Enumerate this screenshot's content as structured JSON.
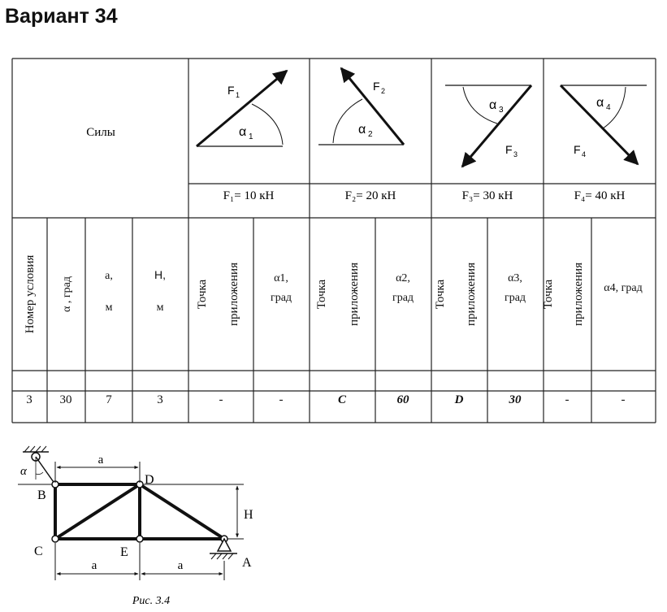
{
  "document": {
    "title": "Вариант 34"
  },
  "forces_table": {
    "forces_label": "Силы",
    "forces": [
      {
        "name": "F",
        "sub": "1",
        "angle_name": "α",
        "angle_sub": "1",
        "caption": "F₁= 10 кН"
      },
      {
        "name": "F",
        "sub": "2",
        "angle_name": "α",
        "angle_sub": "2",
        "caption": "F₂= 20 кН"
      },
      {
        "name": "F",
        "sub": "3",
        "angle_name": "α",
        "angle_sub": "3",
        "caption": "F₃= 30 кН"
      },
      {
        "name": "F",
        "sub": "4",
        "angle_name": "α",
        "angle_sub": "4",
        "caption": "F₄= 40 кН"
      }
    ],
    "headers": {
      "condition_number": "Номер условия",
      "alpha_deg": "α , град",
      "a_top": "a,",
      "a_unit": "м",
      "h_top": "H,",
      "h_unit": "м",
      "point_word1": "Точка",
      "point_word2": "приложения",
      "alpha1_top": "α1,",
      "alpha2_top": "α2,",
      "alpha3_top": "α3,",
      "deg": "град",
      "alpha4": "α4, град"
    },
    "row": [
      "3",
      "30",
      "7",
      "3",
      "-",
      "-",
      "C",
      "60",
      "D",
      "30",
      "-",
      "-"
    ]
  },
  "figure": {
    "caption": "Рис. 3.4",
    "labels": {
      "A": "A",
      "B": "B",
      "C": "C",
      "D": "D",
      "E": "E",
      "alpha": "α",
      "a": "a",
      "H": "H"
    }
  }
}
